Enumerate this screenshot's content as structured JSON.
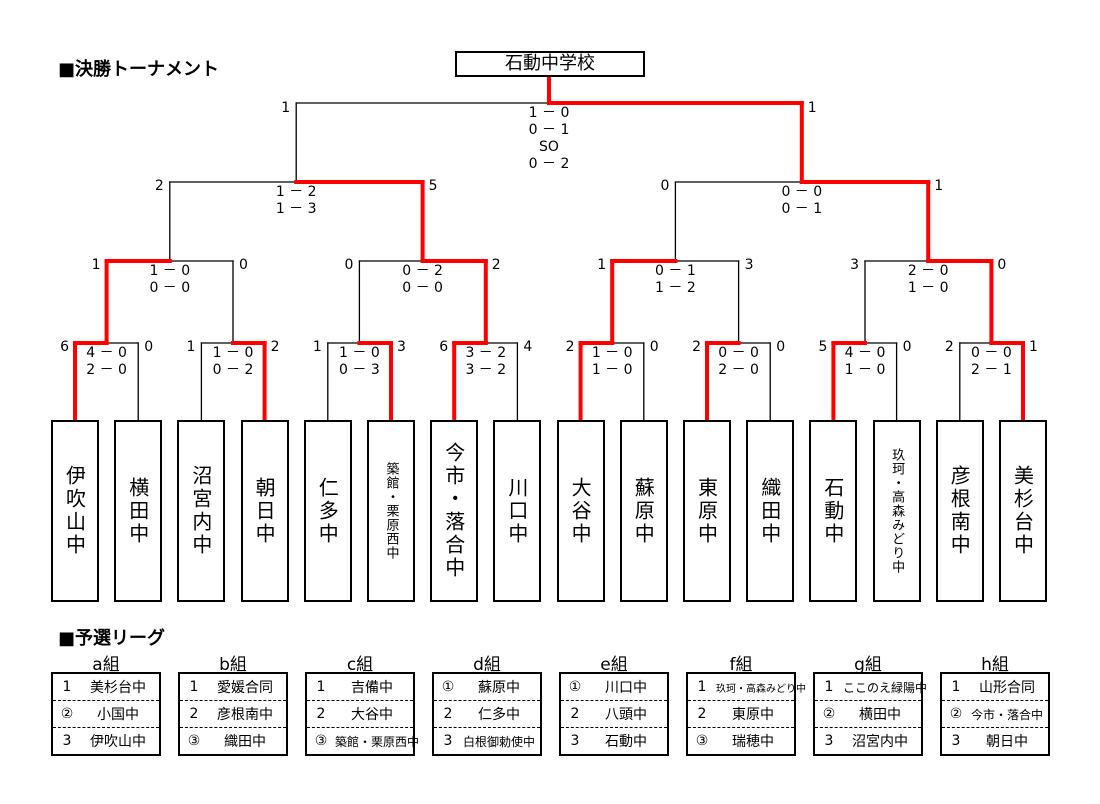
{
  "titles": {
    "tournament": "■決勝トーナメント",
    "league": "■予選リーグ"
  },
  "champion": "石動中学校",
  "final": {
    "left_score": "1",
    "right_score": "1",
    "results": "1 － 0\n0 － 1\nSO\n0 － 2"
  },
  "semis": [
    {
      "left_score": "2",
      "right_score": "5",
      "results": "1 － 2\n1 － 3"
    },
    {
      "left_score": "0",
      "right_score": "1",
      "results": "0 － 0\n0 － 1"
    }
  ],
  "quarters": [
    {
      "left_score": "1",
      "right_score": "0",
      "results": "1 － 0\n0 － 0"
    },
    {
      "left_score": "0",
      "right_score": "2",
      "results": "0 － 2\n0 － 0"
    },
    {
      "left_score": "1",
      "right_score": "3",
      "results": "0 － 1\n1 － 2"
    },
    {
      "left_score": "3",
      "right_score": "0",
      "results": "2 － 0\n1 － 0"
    }
  ],
  "first_round": [
    {
      "left_score": "6",
      "right_score": "0",
      "results": "4 － 0\n2 － 0"
    },
    {
      "left_score": "1",
      "right_score": "2",
      "results": "1 － 0\n0 － 2"
    },
    {
      "left_score": "1",
      "right_score": "3",
      "results": "1 － 0\n0 － 3"
    },
    {
      "left_score": "6",
      "right_score": "4",
      "results": "3 － 2\n3 － 2"
    },
    {
      "left_score": "2",
      "right_score": "0",
      "results": "1 － 0\n1 － 0"
    },
    {
      "left_score": "2",
      "right_score": "0",
      "results": "0 － 0\n2 － 0"
    },
    {
      "left_score": "5",
      "right_score": "0",
      "results": "4 － 0\n1 － 0"
    },
    {
      "left_score": "2",
      "right_score": "1",
      "results": "0 － 0\n2 － 1"
    }
  ],
  "teams": [
    "伊吹山中",
    "横田中",
    "沼宮内中",
    "朝日中",
    "仁多中",
    "築館・栗原西中",
    "今市・落合中",
    "川口中",
    "大谷中",
    "蘇原中",
    "東原中",
    "織田中",
    "石動中",
    "玖珂・高森みどり中",
    "彦根南中",
    "美杉台中"
  ],
  "winner_path_color": "#ff0000",
  "groups": [
    {
      "name": "a組",
      "rows": [
        {
          "rank": "1",
          "team": "美杉台中"
        },
        {
          "rank": "②",
          "team": "小国中"
        },
        {
          "rank": "3",
          "team": "伊吹山中"
        }
      ]
    },
    {
      "name": "b組",
      "rows": [
        {
          "rank": "1",
          "team": "愛媛合同"
        },
        {
          "rank": "2",
          "team": "彦根南中"
        },
        {
          "rank": "③",
          "team": "織田中"
        }
      ]
    },
    {
      "name": "c組",
      "rows": [
        {
          "rank": "1",
          "team": "吉備中"
        },
        {
          "rank": "2",
          "team": "大谷中"
        },
        {
          "rank": "③",
          "team": "築館・栗原西中"
        }
      ]
    },
    {
      "name": "d組",
      "rows": [
        {
          "rank": "①",
          "team": "蘇原中"
        },
        {
          "rank": "2",
          "team": "仁多中"
        },
        {
          "rank": "3",
          "team": "白根御勅使中"
        }
      ]
    },
    {
      "name": "e組",
      "rows": [
        {
          "rank": "①",
          "team": "川口中"
        },
        {
          "rank": "2",
          "team": "八頭中"
        },
        {
          "rank": "3",
          "team": "石動中"
        }
      ]
    },
    {
      "name": "f組",
      "rows": [
        {
          "rank": "1",
          "team": "玖珂・高森みどり中"
        },
        {
          "rank": "2",
          "team": "東原中"
        },
        {
          "rank": "③",
          "team": "瑞穂中"
        }
      ]
    },
    {
      "name": "g組",
      "rows": [
        {
          "rank": "1",
          "team": "ここのえ緑陽中"
        },
        {
          "rank": "②",
          "team": "横田中"
        },
        {
          "rank": "3",
          "team": "沼宮内中"
        }
      ]
    },
    {
      "name": "h組",
      "rows": [
        {
          "rank": "1",
          "team": "山形合同"
        },
        {
          "rank": "②",
          "team": "今市・落合中"
        },
        {
          "rank": "3",
          "team": "朝日中"
        }
      ]
    }
  ]
}
